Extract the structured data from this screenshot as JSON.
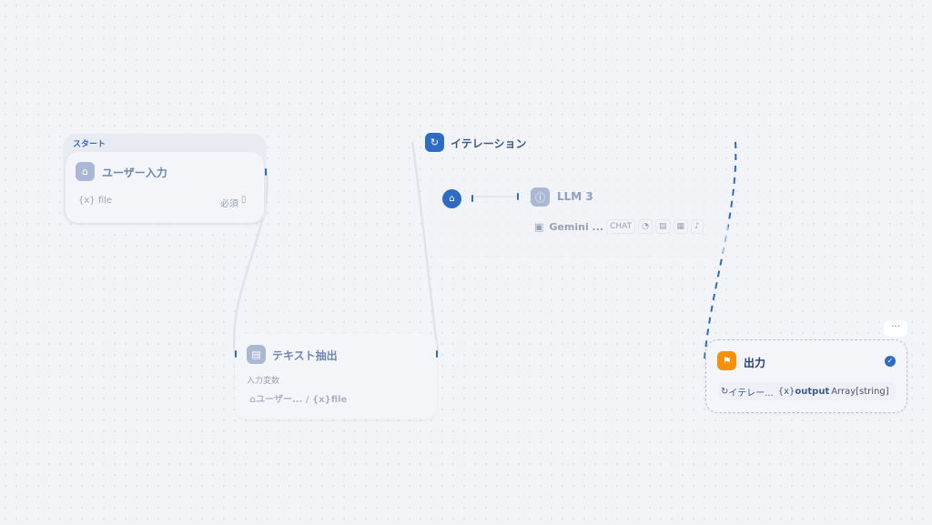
{
  "start_node": {
    "header": "スタート",
    "title": "ユーザー入力",
    "var_prefix": "{x}",
    "var_name": "file",
    "required": "必須"
  },
  "iteration_node": {
    "title": "イテレーション",
    "inner": {
      "llm_title": "LLM 3",
      "model": "Gemini ...",
      "mode_tag": "CHAT"
    }
  },
  "extract_node": {
    "title": "テキスト抽出",
    "section_label": "入力変数",
    "source": "ユーザー...",
    "var": "{x}file"
  },
  "output_node": {
    "title": "出力",
    "more": "···",
    "source": "イテレー...",
    "var_prefix": "{x}",
    "var_name": "output",
    "var_type": "Array[string]"
  },
  "colors": {
    "accent": "#2e6cc4",
    "output_icon": "#f79009",
    "muted_icon": "#aab8d3"
  }
}
